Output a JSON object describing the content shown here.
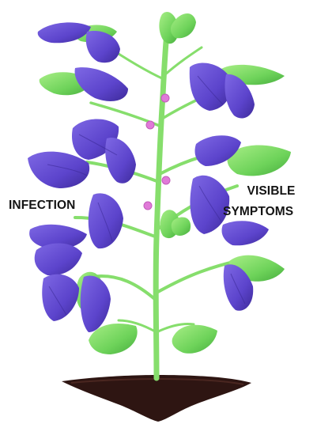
{
  "labels": {
    "infection": "INFECTION",
    "visible_line1": "VISIBLE",
    "visible_line2": "SYMPTOMS"
  },
  "colors": {
    "infected_leaf": "#6a52d6",
    "infected_leaf_dark": "#4a34b0",
    "healthy_leaf": "#7fe06a",
    "healthy_leaf_dark": "#4fb548",
    "stem": "#86de6c",
    "flower": "#e07ad8",
    "soil": "#2e1512"
  },
  "icons": {
    "plant": "soybean-plant-illustration"
  }
}
